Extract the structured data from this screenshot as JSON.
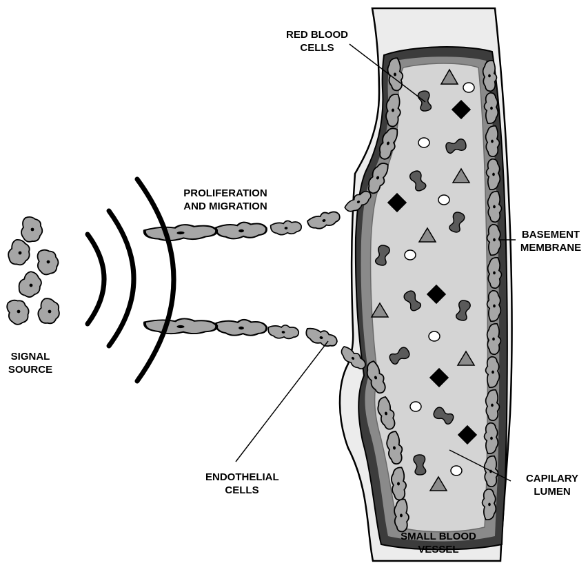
{
  "labels": {
    "red_blood_cells": [
      "RED BLOOD",
      "CELLS"
    ],
    "proliferation_migration": [
      "PROLIFERATION",
      "AND MIGRATION"
    ],
    "basement_membrane": [
      "BASEMENT",
      "MEMBRANE"
    ],
    "signal_source": [
      "SIGNAL",
      "SOURCE"
    ],
    "endothelial_cells": [
      "ENDOTHELIAL",
      "CELLS"
    ],
    "capilary_lumen": [
      "CAPILARY",
      "LUMEN"
    ],
    "small_blood_vessel": [
      "SMALL BLOOD",
      "VESSEL"
    ]
  },
  "colors": {
    "cell_fill": "#a6a6a6",
    "lumen_fill": "#d4d4d4",
    "membrane_dark": "#3c3c3c",
    "membrane_mid": "#8a8a8a",
    "vessel_wall": "#ececec",
    "stroke": "#000000"
  }
}
